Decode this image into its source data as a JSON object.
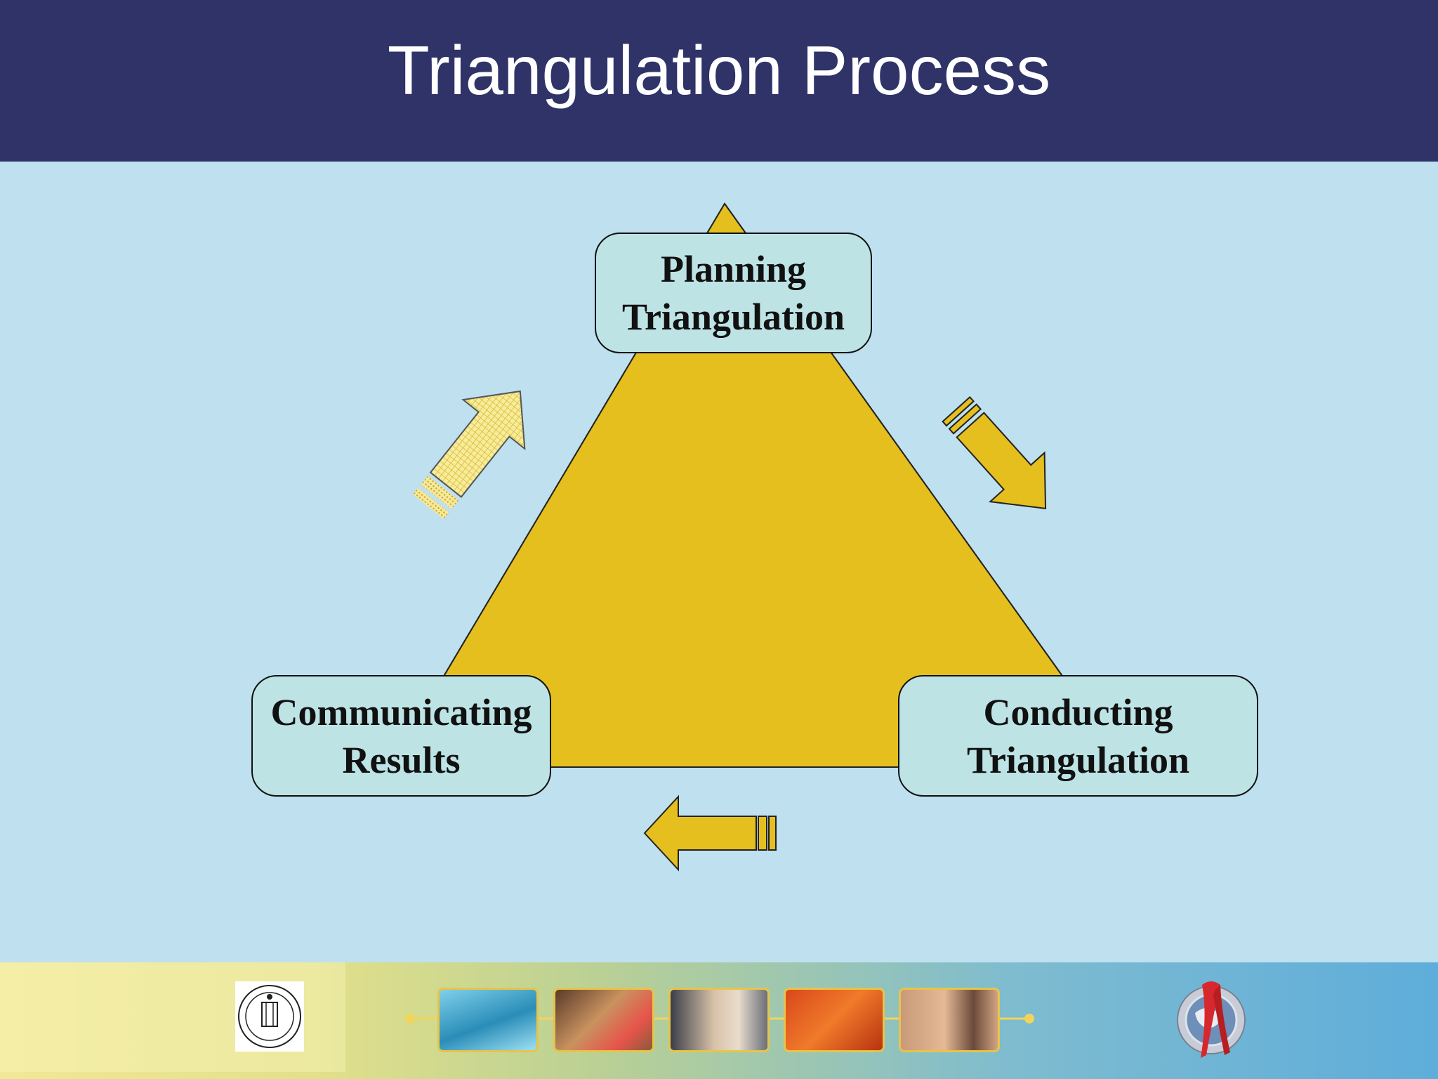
{
  "header": {
    "title": "Triangulation Process"
  },
  "diagram": {
    "nodes": [
      {
        "id": "planning",
        "lines": [
          "Planning",
          "Triangulation"
        ]
      },
      {
        "id": "communicating",
        "lines": [
          "Communicating",
          "Results"
        ]
      },
      {
        "id": "conducting",
        "lines": [
          "Conducting",
          "Triangulation"
        ]
      }
    ],
    "colors": {
      "triangle": "#e5bf1e",
      "node_fill": "#bde3e5",
      "header": "#2f3368",
      "background": "#bfe0ef"
    }
  },
  "footer": {
    "left_logo": "university-seal-icon",
    "right_logo": "globe-ribbon-icon",
    "photos": [
      "water-photo",
      "woman-headscarf-photo",
      "woman-portrait-photo",
      "lantern-photo",
      "grandmother-baby-photo"
    ]
  }
}
